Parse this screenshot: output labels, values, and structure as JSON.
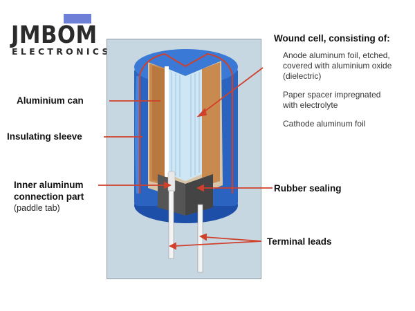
{
  "logo": {
    "main": "JMBOM",
    "sub": "ELECTRONICS"
  },
  "labels": {
    "aluminium_can": "Aluminium can",
    "insulating_sleeve": "Insulating sleeve",
    "inner_connection_line1": "Inner aluminum",
    "inner_connection_line2": "connection part",
    "inner_connection_note": "(paddle tab)",
    "wound_cell_title": "Wound cell, consisting of:",
    "anode_line1": "Anode aluminum foil, etched,",
    "anode_line2": "covered with aluminium oxide",
    "anode_line3": "(dielectric)",
    "paper_line1": "Paper spacer impregnated",
    "paper_line2": "with electrolyte",
    "cathode": "Cathode aluminum foil",
    "rubber_sealing": "Rubber sealing",
    "terminal_leads": "Terminal leads"
  },
  "colors": {
    "sleeve_blue": "#2a63c0",
    "arrow_red": "#d0402a",
    "panel_bg": "#c7d7e2",
    "copper": "#c98a50",
    "rubber": "#555555"
  }
}
